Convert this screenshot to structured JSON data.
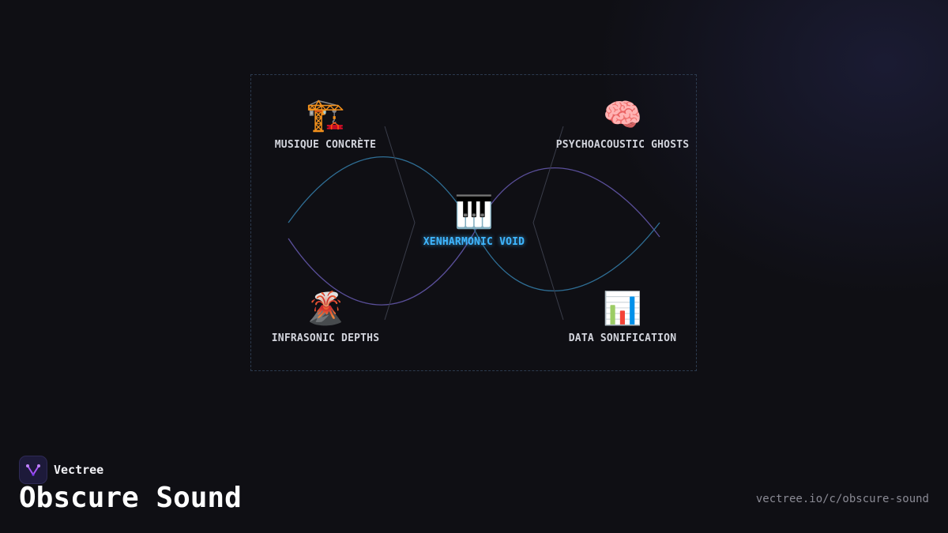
{
  "brand": {
    "name": "Vectree",
    "logo_icon": "vectree-logo-icon",
    "accent": "#a855f7"
  },
  "title": "Obscure Sound",
  "url": "vectree.io/c/obscure-sound",
  "diagram": {
    "center": {
      "label": "XENHARMONIC VOID",
      "emoji": "🎹",
      "icon": "piano-keys-icon",
      "color": "#3fb6ff"
    },
    "nodes": [
      {
        "id": "musique",
        "label": "MUSIQUE CONCRÈTE",
        "emoji": "🏗️",
        "icon": "construction-crane-icon"
      },
      {
        "id": "psycho",
        "label": "PSYCHOACOUSTIC GHOSTS",
        "emoji": "🧠",
        "icon": "brain-icon"
      },
      {
        "id": "infra",
        "label": "INFRASONIC DEPTHS",
        "emoji": "🌋",
        "icon": "volcano-icon"
      },
      {
        "id": "data",
        "label": "DATA SONIFICATION",
        "emoji": "📊",
        "icon": "bar-chart-icon"
      }
    ],
    "colors": {
      "blue_wave": "#2f6f96",
      "purple_wave": "#5a4f9a",
      "frame": "#2c3a4e"
    }
  }
}
